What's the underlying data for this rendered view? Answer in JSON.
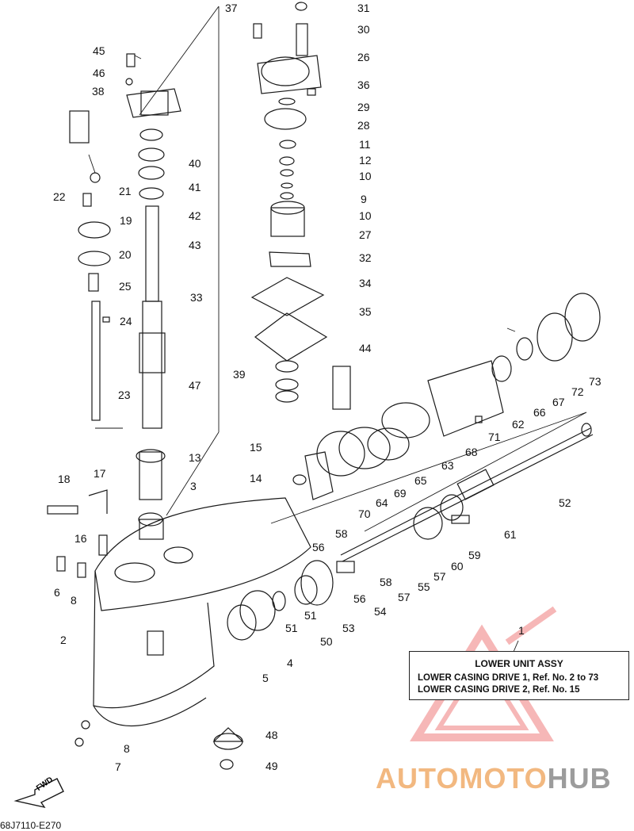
{
  "callouts": [
    "1",
    "2",
    "3",
    "4",
    "5",
    "6",
    "7",
    "8",
    "9",
    "10",
    "11",
    "12",
    "13",
    "14",
    "15",
    "16",
    "17",
    "18",
    "19",
    "20",
    "21",
    "22",
    "23",
    "24",
    "25",
    "26",
    "27",
    "28",
    "29",
    "30",
    "31",
    "32",
    "33",
    "34",
    "35",
    "36",
    "37",
    "38",
    "39",
    "40",
    "41",
    "42",
    "43",
    "44",
    "45",
    "46",
    "47",
    "48",
    "49",
    "50",
    "51",
    "52",
    "53",
    "54",
    "55",
    "56",
    "57",
    "58",
    "59",
    "60",
    "61",
    "62",
    "63",
    "64",
    "65",
    "66",
    "67",
    "68",
    "69",
    "70",
    "71",
    "72",
    "73"
  ],
  "assy_box": {
    "title": "LOWER UNIT ASSY",
    "line1": "LOWER CASING DRIVE 1, Ref. No. 2 to 73",
    "line2": "LOWER CASING DRIVE 2, Ref. No. 15"
  },
  "fwd_label": "FWD",
  "diagram_code": "68J7110-E270",
  "watermark": {
    "part1": "AUTOMOTO",
    "part2": "HUB",
    "color_main": "#f2b880",
    "color_accent": "#9c9c9c",
    "logo_color": "#f4a0a0"
  }
}
